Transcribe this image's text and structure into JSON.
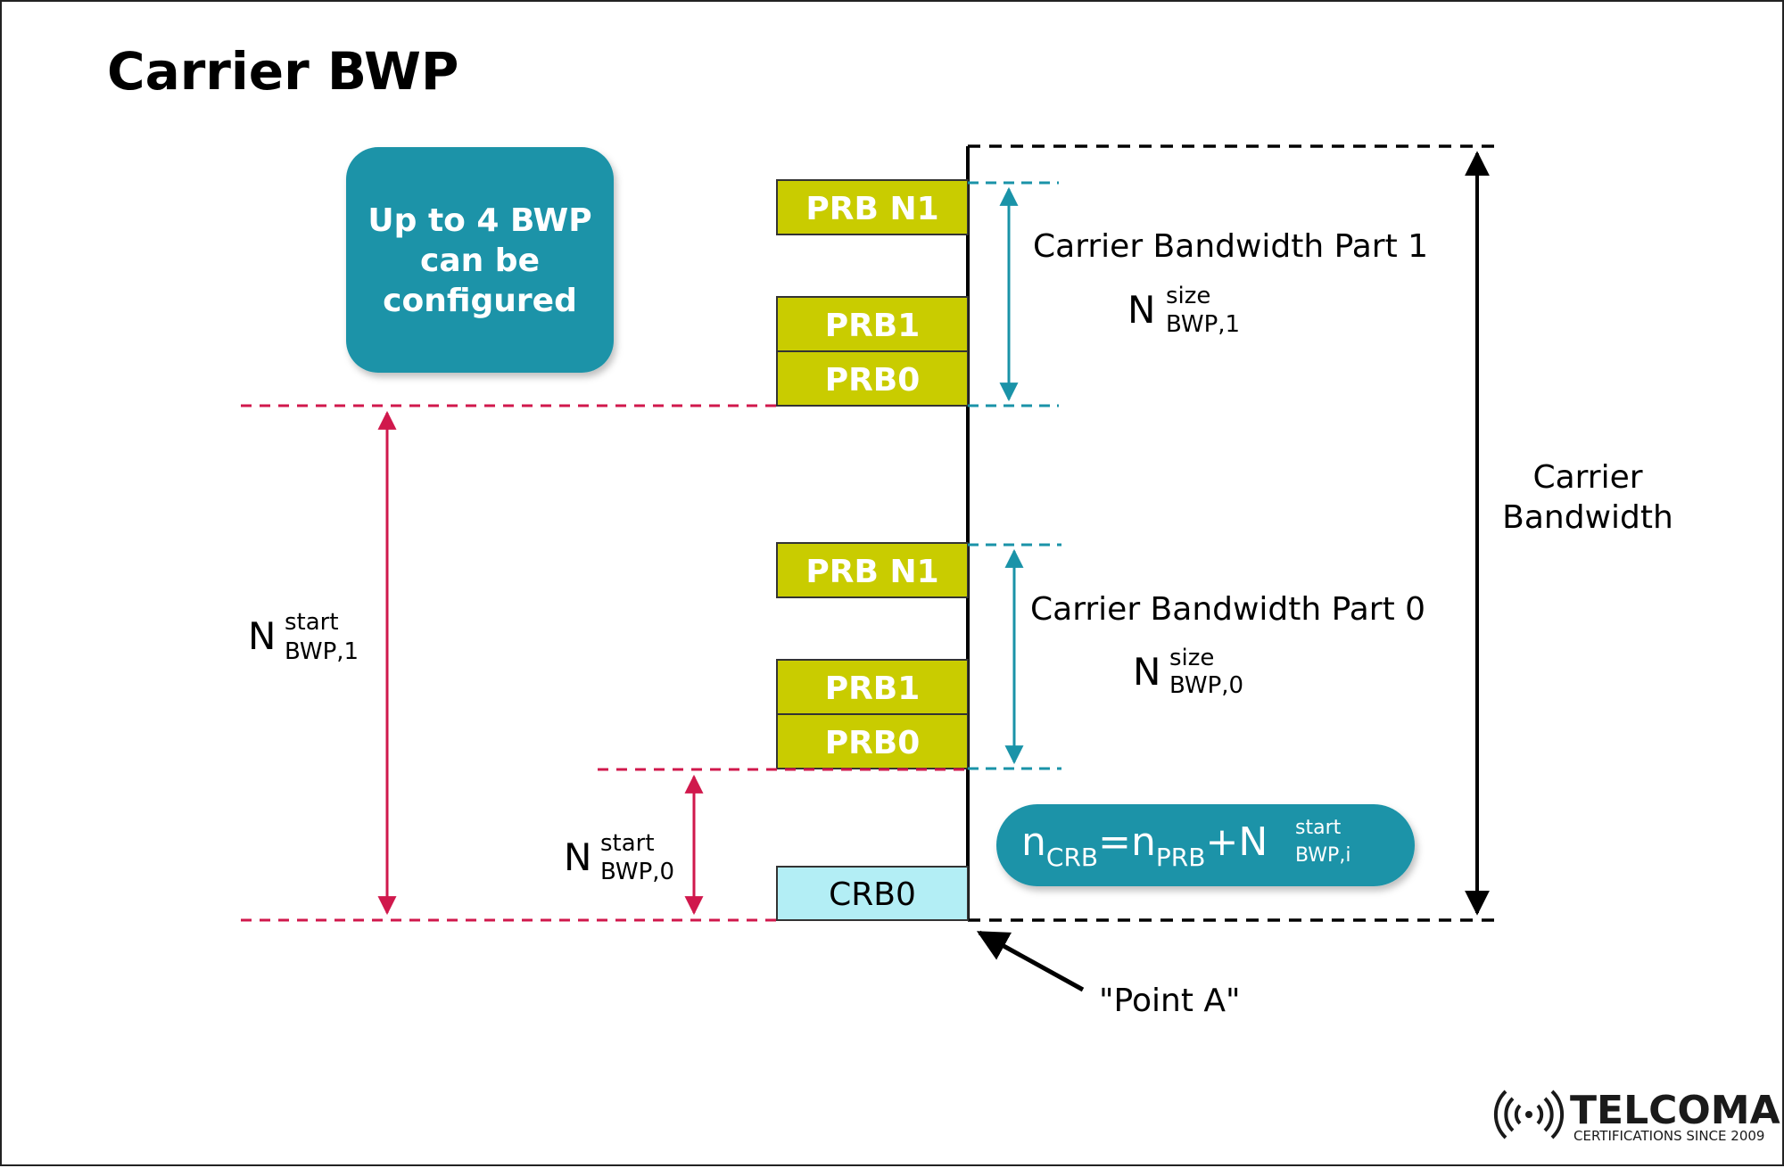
{
  "title": "Carrier BWP",
  "note_box": {
    "lines": [
      "Up to 4 BWP",
      "can be",
      "configured"
    ],
    "color": "#1a93a8"
  },
  "bwp1": {
    "prb_labels": [
      "PRB N1",
      "PRB1",
      "PRB0"
    ],
    "label": "Carrier Bandwidth Part 1",
    "size_symbol": {
      "base": "N",
      "sup": "size",
      "sub": "BWP,1"
    }
  },
  "bwp0": {
    "prb_labels": [
      "PRB N1",
      "PRB1",
      "PRB0"
    ],
    "label": "Carrier Bandwidth Part 0",
    "size_symbol": {
      "base": "N",
      "sup": "size",
      "sub": "BWP,0"
    }
  },
  "crb0_label": "CRB0",
  "start1_symbol": {
    "base": "N",
    "sup": "start",
    "sub": "BWP,1"
  },
  "start0_symbol": {
    "base": "N",
    "sup": "start",
    "sub": "BWP,0"
  },
  "carrier_bandwidth_label": [
    "Carrier",
    "Bandwidth"
  ],
  "point_a_label": "\"Point A\"",
  "formula": {
    "lhs_base": "n",
    "lhs_sub": "CRB",
    "eq": "=",
    "term1_base": "n",
    "term1_sub": "PRB",
    "plus": "+",
    "term2_base": "N",
    "term2_sup": "start",
    "term2_sub": "BWP,i"
  },
  "logo": {
    "name": "TELCOMA",
    "tagline": "CERTIFICATIONS SINCE 2009"
  },
  "colors": {
    "prb_fill": "#c9cc00",
    "crb_fill": "#b3eef5",
    "teal": "#1a93a8",
    "crimson": "#d0184c",
    "black": "#000000"
  }
}
